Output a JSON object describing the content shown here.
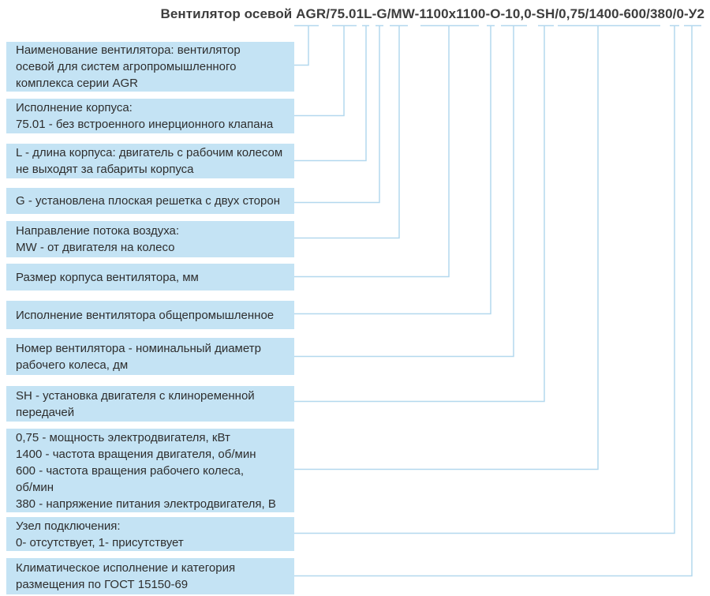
{
  "page": {
    "title": "Вентилятор осевой AGR/75.01L-G/MW-1100x1100-О-10,0-SH/0,75/1400-600/380/0-У2"
  },
  "colors": {
    "box_fill": "#c4e3f4",
    "connector_line": "#b3d8ee",
    "title_text": "#3d3d3d",
    "box_text": "#2e2e2e"
  },
  "legend_items": [
    {
      "segment": "AGR",
      "label": "Наименование вентилятора: вентилятор\nосевой для систем агропромышленного\nкомплекса серии AGR"
    },
    {
      "segment": "75.01",
      "label": "Исполнение корпуса:\n75.01 - без встроенного инерционного клапана"
    },
    {
      "segment": "L",
      "label": "L - длина корпуса: двигатель с рабочим колесом\nне выходят за габариты корпуса"
    },
    {
      "segment": "G",
      "label": "G - установлена плоская решетка с двух сторон"
    },
    {
      "segment": "MW",
      "label": "Направление потока воздуха:\nMW - от двигателя на колесо"
    },
    {
      "segment": "1100x1100",
      "label": "Размер корпуса вентилятора, мм"
    },
    {
      "segment": "О",
      "label": "Исполнение вентилятора общепромышленное"
    },
    {
      "segment": "10,0",
      "label": "Номер вентилятора - номинальный диаметр\nрабочего колеса, дм"
    },
    {
      "segment": "SH",
      "label": "SH - установка двигателя с клиноременной\nпередачей"
    },
    {
      "segment": "0,75/1400-600/380",
      "label": "0,75 - мощность электродвигателя, кВт\n1400 - частота вращения двигателя, об/мин\n600 - частота вращения рабочего колеса,\nоб/мин\n380 - напряжение питания электродвигателя, В"
    },
    {
      "segment": "0",
      "label": "Узел подключения:\n0- отсутствует, 1- присутствует"
    },
    {
      "segment": "У2",
      "label": "Климатическое исполнение и категория\nразмещения по ГОСТ 15150-69"
    }
  ]
}
